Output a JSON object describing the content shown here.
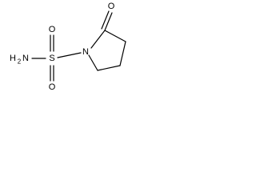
{
  "molecule": {
    "atoms": {
      "carbonyl_oxygen": "O",
      "sulfonyl_oxygen_top": "O",
      "sulfonyl_oxygen_bottom": "O",
      "sulfur": "S",
      "ring_nitrogen": "N",
      "amine_h": "H",
      "amine_h_count": "2",
      "amine_n": "N"
    }
  }
}
